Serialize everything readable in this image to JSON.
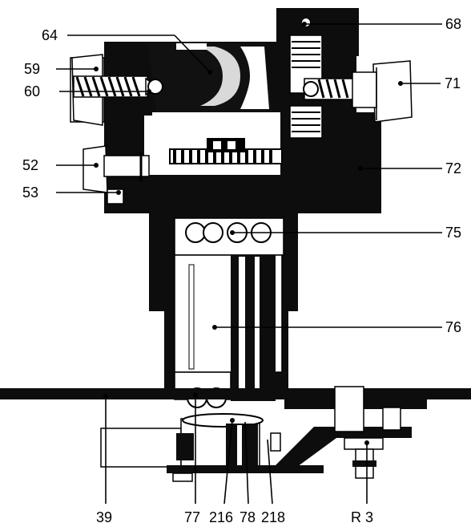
{
  "labels": {
    "l64": "64",
    "l59": "59",
    "l60": "60",
    "l68": "68",
    "l71": "71",
    "l52": "52",
    "l72": "72",
    "l53": "53",
    "l75": "75",
    "l76": "76",
    "l39": "39",
    "l77": "77",
    "l216": "216",
    "l78": "78",
    "l218": "218",
    "lR3": "R 3"
  }
}
